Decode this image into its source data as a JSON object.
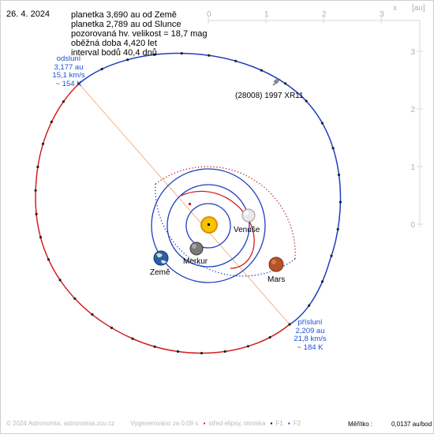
{
  "date": "26. 4. 2024",
  "info_lines": [
    "planetka 3,690 au od Země",
    "planetka 2,789 au od Slunce",
    "pozorovaná hv. velikost = 18,7 mag",
    "oběžná doba 4,420 let",
    "interval bodů 40,4 dnů"
  ],
  "asteroid_name": "(28008) 1997 XR11",
  "aphelion": {
    "title": "odsluní",
    "distance": "3,177 au",
    "speed": "15,1 km/s",
    "temp": "~ 154 K"
  },
  "perihelion": {
    "title": "přísluní",
    "distance": "2,209 au",
    "speed": "21,8 km/s",
    "temp": "~ 184 K"
  },
  "planets": {
    "venus": "Venuše",
    "mercury": "Merkur",
    "earth": "Země",
    "mars": "Mars"
  },
  "axis": {
    "x_ticks": [
      "0",
      "1",
      "2",
      "3"
    ],
    "x_label": "x",
    "unit": "[au]",
    "y_ticks": [
      "3",
      "2",
      "1",
      "0"
    ]
  },
  "footer": {
    "copyright": "© 2024 Astronomia, astronomia.zcu.cz",
    "generated": "Vygenerováno za 0,09 s",
    "legend_center": "střed elipsy, ohniska",
    "legend_f1": "F1",
    "legend_f2": "F2",
    "scale_label": "Měřítko :",
    "scale_value": "0,0137 au/bod"
  },
  "colors": {
    "orbit_blue": "#1f3fbf",
    "orbit_red": "#d21f1f",
    "label_blue": "#1f4fd8",
    "apsis_line": "#f2b48a"
  }
}
